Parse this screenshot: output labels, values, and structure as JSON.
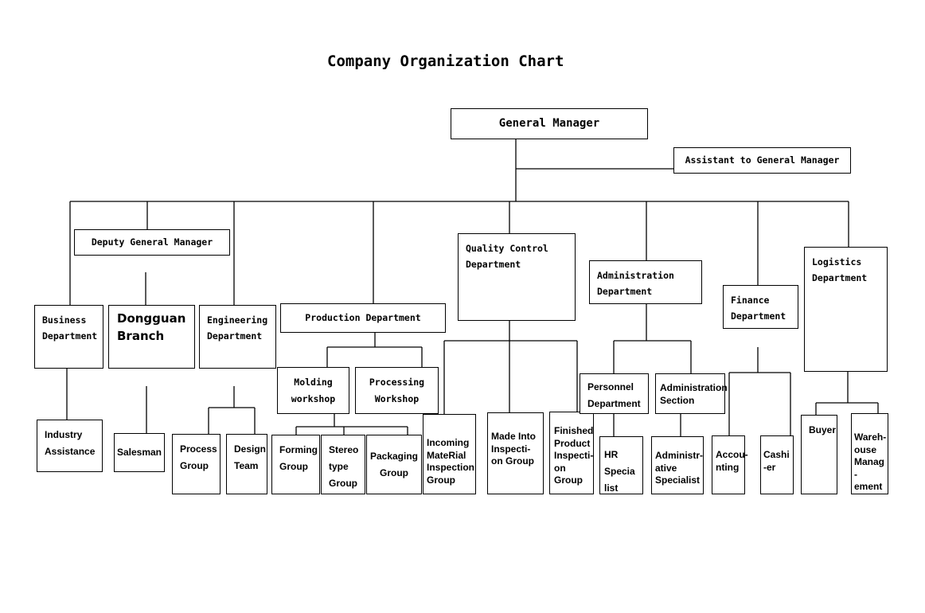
{
  "title": "Company Organization Chart",
  "nodes": {
    "general_manager": "General Manager",
    "assistant": "Assistant to General Manager",
    "deputy": "Deputy General Manager",
    "business": "Business Department",
    "dongguan": "Dongguan Branch",
    "engineering": "Engineering Department",
    "production": "Production Department",
    "quality": "Quality Control Department",
    "administration": "Administration Department",
    "finance": "Finance Department",
    "logistics": "Logistics Department",
    "industry": "Industry Assistance",
    "salesman": "Salesman",
    "process_group": "Process Group",
    "design_team": "Design Team",
    "molding": "Molding workshop",
    "processing": "Processing Workshop",
    "forming": "Forming Group",
    "stereotype": "Stereo type Group",
    "packaging": "Packaging Group",
    "incoming": "Incoming MateRial Inspection Group",
    "made_into": "Made Into Inspecti-on Group",
    "finished": "Finished Product Inspecti-on Group",
    "personnel": "Personnel Department",
    "admin_section": "Administration Section",
    "hr": "HR Specia list",
    "admin_specialist": "Administr-ative Specialist",
    "accounting": "Accou-nting",
    "cashier": "Cashi -er",
    "buyer": "Buyer",
    "warehouse": "Wareh-ouse Manag -ement"
  }
}
